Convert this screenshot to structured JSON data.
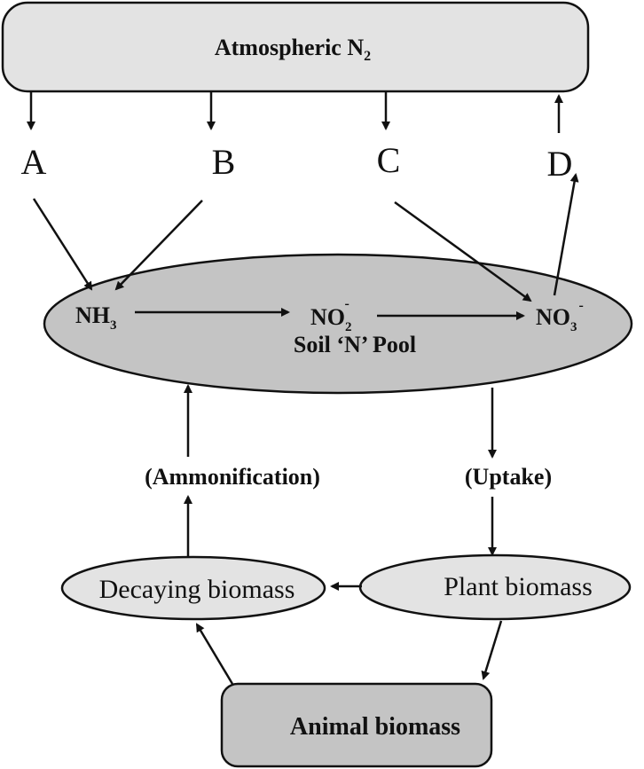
{
  "atmosphere": {
    "label": "Atmospheric N",
    "subscript": "2"
  },
  "processes": {
    "a": "A",
    "b": "B",
    "c": "C",
    "d": "D"
  },
  "soil_pool": {
    "label": "Soil ‘N’ Pool",
    "ammonia": {
      "base": "NH",
      "sub": "3"
    },
    "nitrite": {
      "base": "NO",
      "sub": "2",
      "sup": "-"
    },
    "nitrate": {
      "base": "NO",
      "sub": "3",
      "sup": "-"
    }
  },
  "ammonification_label": "(Ammonification)",
  "uptake_label": "(Uptake)",
  "decaying_biomass": "Decaying biomass",
  "plant_biomass": "Plant biomass",
  "animal_biomass": "Animal biomass",
  "colors": {
    "box_fill": "#e3e3e3",
    "pool_fill": "#c4c4c4",
    "animal_fill": "#c4c4c4",
    "stroke": "#111111"
  }
}
